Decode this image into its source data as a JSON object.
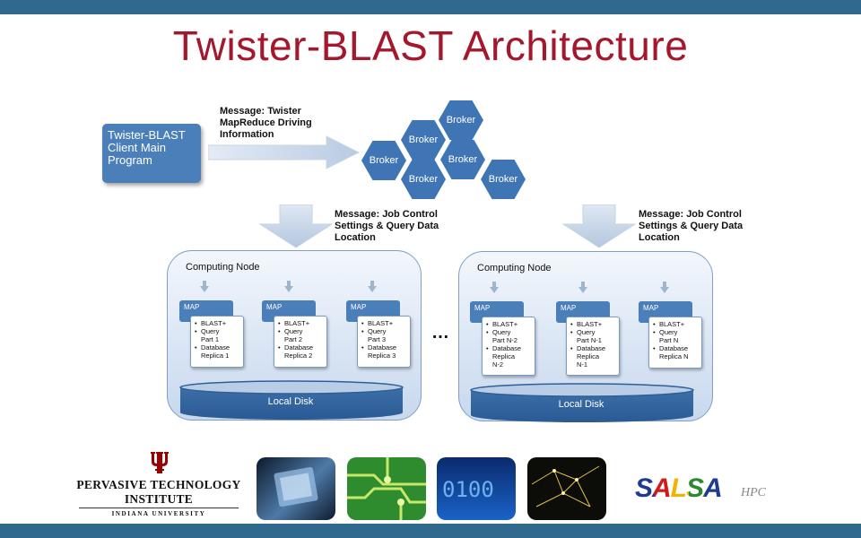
{
  "title": "Twister-BLAST Architecture",
  "client": {
    "label": "Twister-BLAST\nClient Main\nProgram"
  },
  "messages": {
    "driving": "Message: Twister\nMapReduce Driving\nInformation",
    "job_left": "Message: Job Control\nSettings & Query Data\nLocation",
    "job_right": "Message:  Job Control\nSettings & Query Data\nLocation"
  },
  "brokers": [
    "Broker",
    "Broker",
    "Broker",
    "Broker",
    "Broker",
    "Broker"
  ],
  "nodes": [
    {
      "title": "Computing Node",
      "disk": "Local Disk",
      "maps": [
        {
          "tab": "MAP",
          "items": [
            "BLAST+",
            "Query\nPart 1",
            "Database\nReplica 1"
          ]
        },
        {
          "tab": "MAP",
          "items": [
            "BLAST+",
            "Query\nPart 2",
            "Database\nReplica 2"
          ]
        },
        {
          "tab": "MAP",
          "items": [
            "BLAST+",
            "Query\nPart 3",
            "Database\nReplica 3"
          ]
        }
      ]
    },
    {
      "title": "Computing Node",
      "disk": "Local Disk",
      "maps": [
        {
          "tab": "MAP",
          "items": [
            "BLAST+",
            "Query\nPart N-2",
            "Database\nReplica\nN-2"
          ]
        },
        {
          "tab": "MAP",
          "items": [
            "BLAST+",
            "Query\nPart N-1",
            "Database\nReplica\nN-1"
          ]
        },
        {
          "tab": "MAP",
          "items": [
            "BLAST+",
            "Query\nPart N",
            "Database\nReplica N"
          ]
        }
      ]
    }
  ],
  "ellipsis": "…",
  "logos": {
    "pti_line1": "PERVASIVE TECHNOLOGY",
    "pti_line2": "INSTITUTE",
    "pti_line3": "INDIANA UNIVERSITY",
    "salsa": "SALSA",
    "hpc": "HPC"
  },
  "colors": {
    "title": "#a3182c",
    "band": "#2f6a8e",
    "box": "#4a7fba",
    "broker": "#3f75b5",
    "iu_crimson": "#990000"
  }
}
